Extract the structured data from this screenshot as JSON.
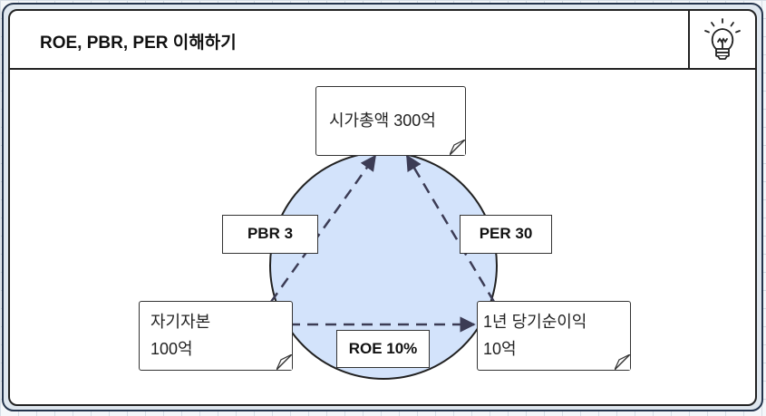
{
  "title": "ROE, PBR, PER 이해하기",
  "icon": "lightbulb-icon",
  "nodes": {
    "market_cap": "시가총액 300억",
    "equity_line1": "자기자본",
    "equity_line2": "100억",
    "net_income_line1": "1년 당기순이익",
    "net_income_line2": "10억"
  },
  "edges": {
    "pbr": "PBR 3",
    "per": "PER 30",
    "roe": "ROE 10%"
  },
  "colors": {
    "circle_fill": "#d3e3fb",
    "arrow": "#3c3c55"
  }
}
